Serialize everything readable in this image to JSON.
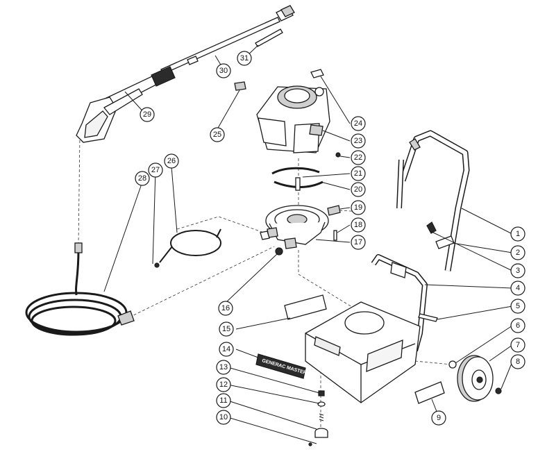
{
  "diagram": {
    "type": "exploded-parts-view",
    "callouts": [
      "1",
      "2",
      "3",
      "4",
      "5",
      "6",
      "7",
      "8",
      "9",
      "10",
      "11",
      "12",
      "13",
      "14",
      "15",
      "16",
      "17",
      "18",
      "19",
      "20",
      "21",
      "22",
      "23",
      "24",
      "25",
      "26",
      "27",
      "28",
      "29",
      "30",
      "31"
    ],
    "decal_14_text": "GENERAC MASTER"
  }
}
